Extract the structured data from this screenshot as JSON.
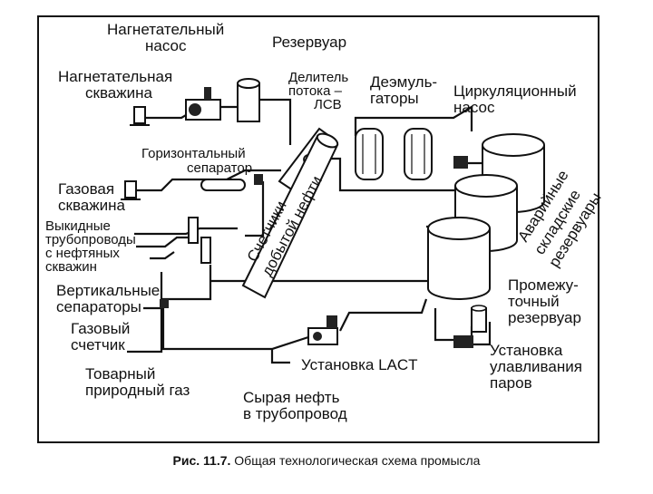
{
  "figure": {
    "caption_number": "Рис. 11.7.",
    "caption_text": "Общая технологическая схема промысла"
  },
  "labels": {
    "injection_pump": [
      "Нагнетательный",
      "насос"
    ],
    "reservoir": "Резервуар",
    "injection_well": [
      "Нагнетательная",
      "скважина"
    ],
    "flow_divider": [
      "Делитель",
      "потока –",
      "ЛСВ"
    ],
    "demulsifiers": [
      "Деэмуль-",
      "гаторы"
    ],
    "circulation_pump": [
      "Циркуляционный",
      "насос"
    ],
    "horizontal_separator": [
      "Горизонтальный",
      "сепаратор"
    ],
    "gas_well": [
      "Газовая",
      "скважина"
    ],
    "flow_lines": [
      "Выкидные",
      "трубопроводы",
      "с нефтяных",
      "скважин"
    ],
    "oil_meters": [
      "Счетчики",
      "добытой нефти"
    ],
    "emergency_tanks": [
      "Аварийные",
      "складские",
      "резервуары"
    ],
    "vertical_separators": [
      "Вертикальные",
      "сепараторы"
    ],
    "intermediate_tank": [
      "Промежу-",
      "точный",
      "резервуар"
    ],
    "gas_meter": [
      "Газовый",
      "счетчик"
    ],
    "lact_unit": "Установка LACT",
    "vapor_recovery": [
      "Установка",
      "улавливания",
      "паров"
    ],
    "commercial_gas": [
      "Товарный",
      "природный газ"
    ],
    "crude_oil": [
      "Сырая нефть",
      "в трубопровод"
    ]
  }
}
